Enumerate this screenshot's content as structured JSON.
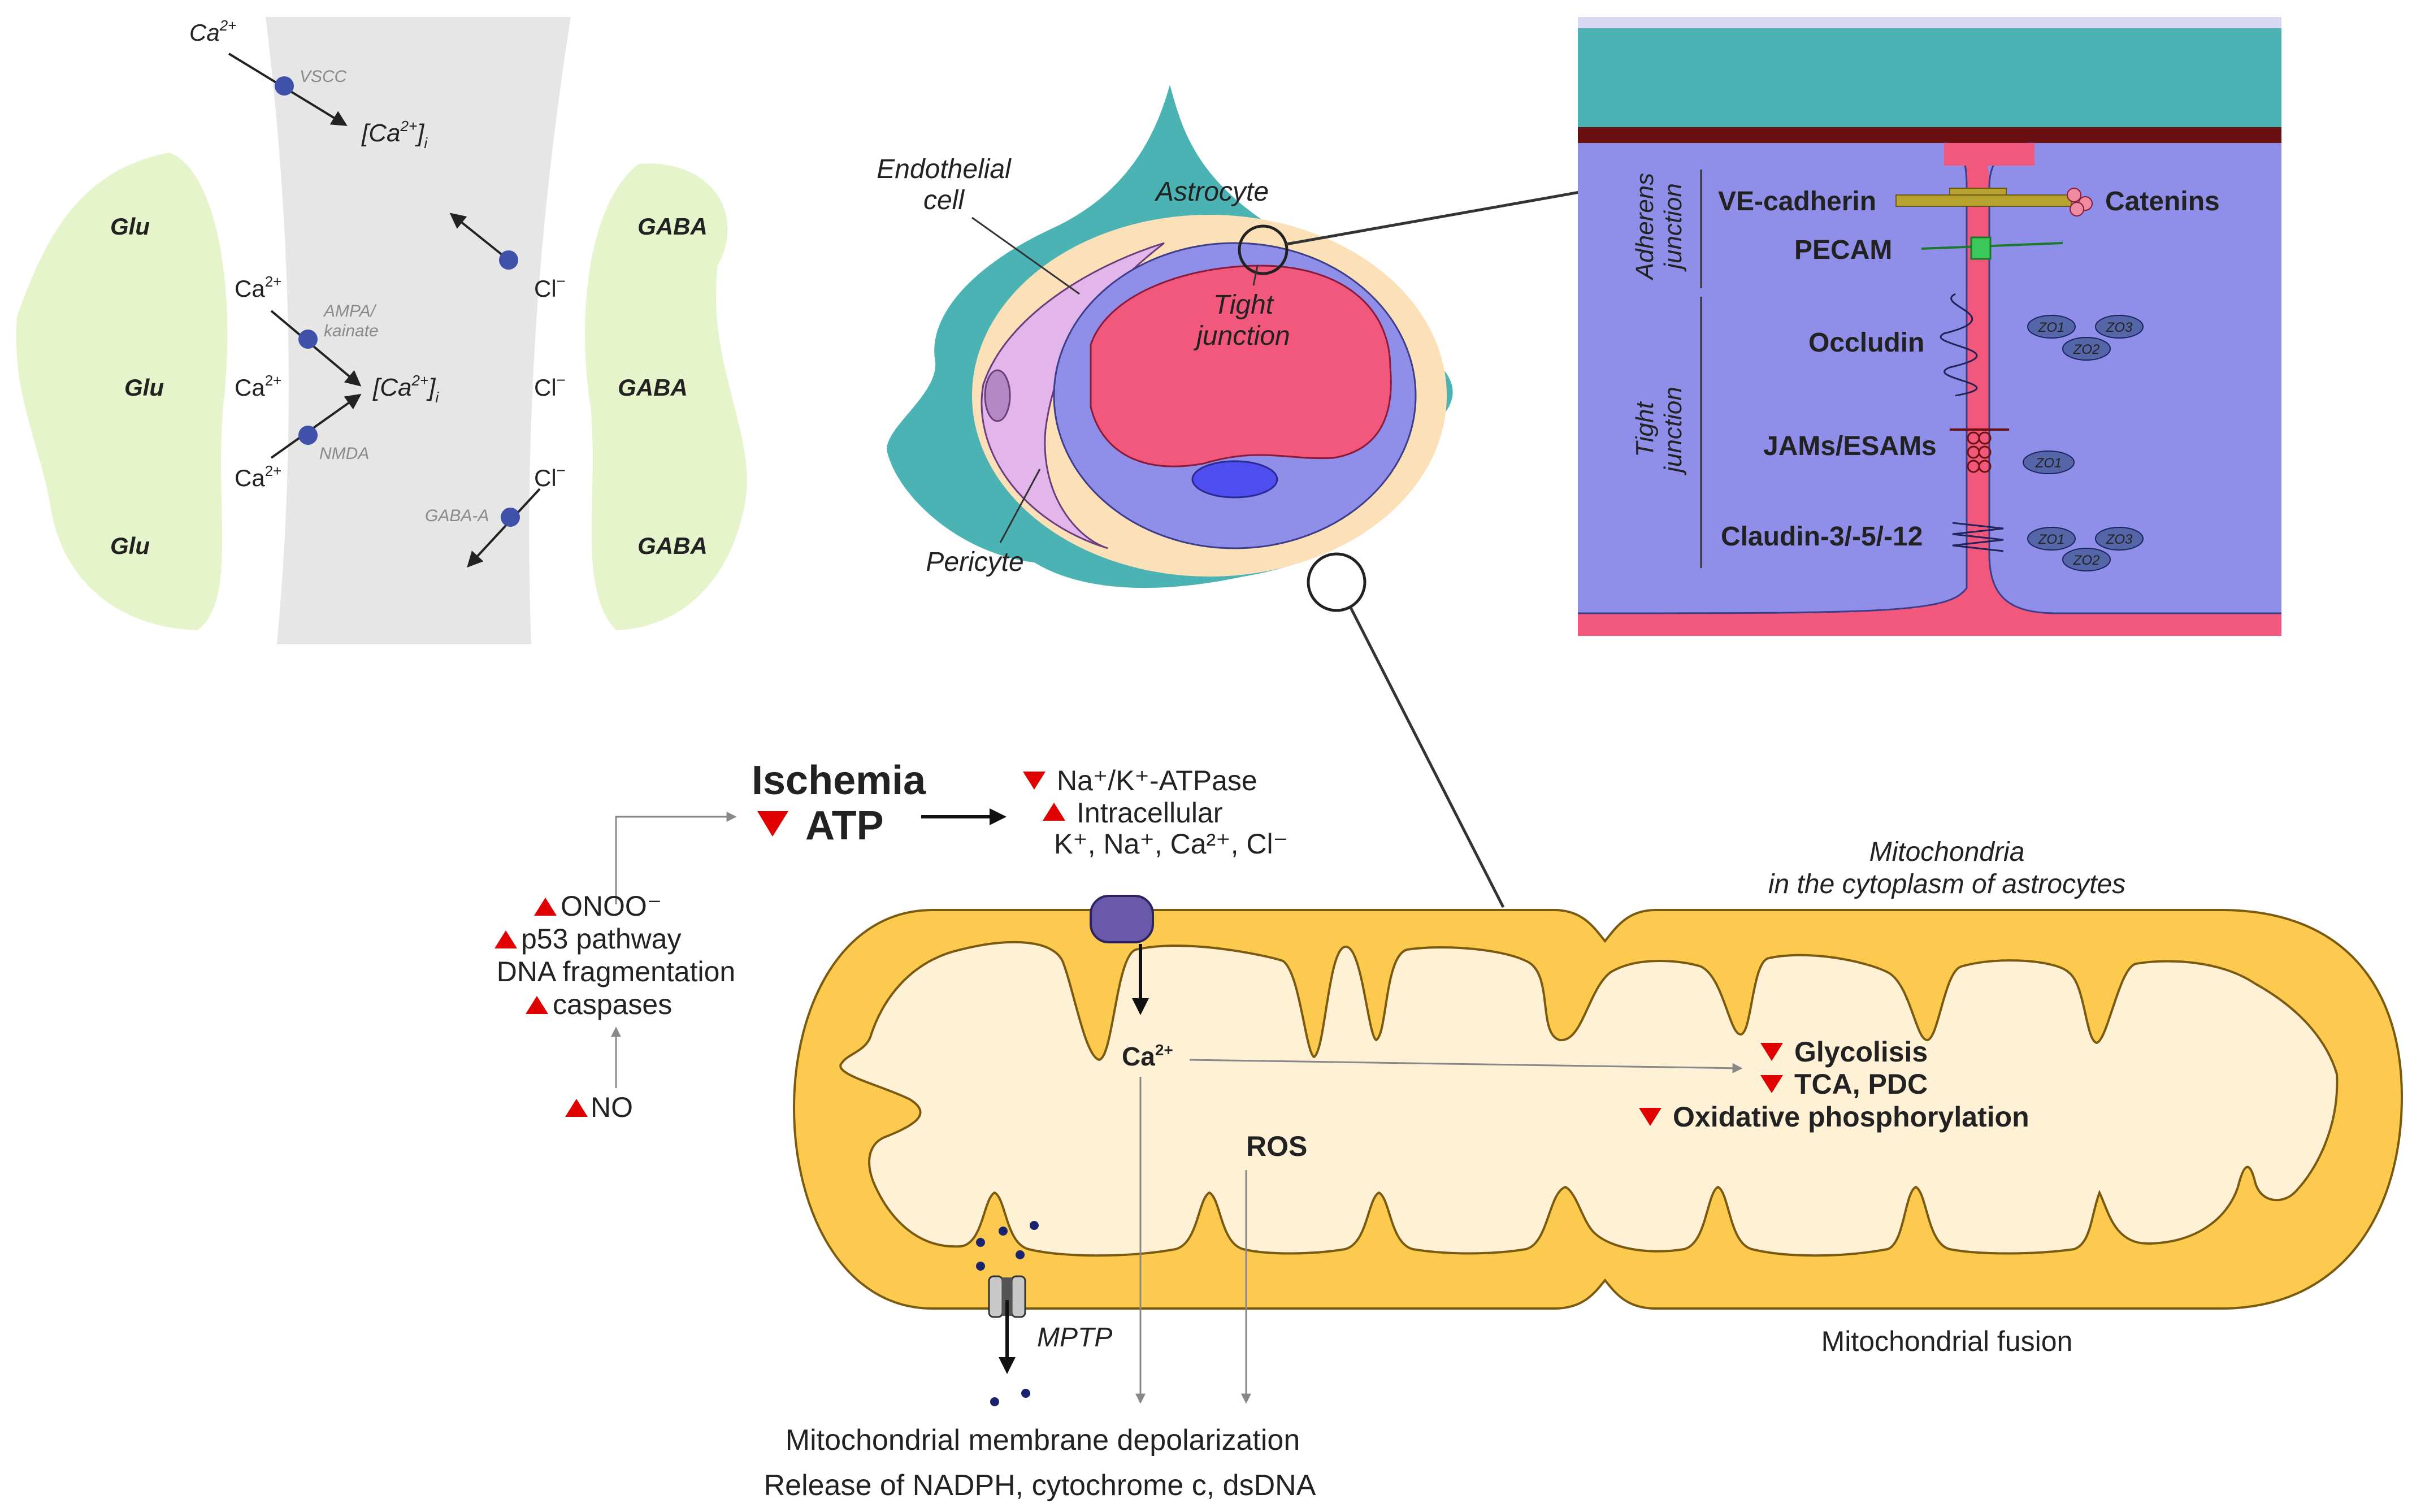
{
  "synapse": {
    "vscc": "VSCC",
    "ampa": [
      "AMPA/",
      "kainate"
    ],
    "nmda": "NMDA",
    "gaba_a": "GABA-A",
    "ca": "Ca",
    "ca_sup": "2+",
    "cl": "Cl",
    "cl_sup": "−",
    "ca_i_open": "[Ca",
    "ca_i_close": "]",
    "ca_i_sub": "i",
    "glu": "Glu",
    "gaba": "GABA"
  },
  "vessel": {
    "endothelial": [
      "Endothelial",
      "cell"
    ],
    "astrocyte": "Astrocyte",
    "tight_junction": [
      "Tight",
      "junction"
    ],
    "pericyte": "Pericyte"
  },
  "junction_panel": {
    "adherens": [
      "Adherens",
      "junction"
    ],
    "tight": [
      "Tight",
      "junction"
    ],
    "ve_cadherin": "VE-cadherin",
    "catenins": "Catenins",
    "pecam": "PECAM",
    "occludin": "Occludin",
    "jams": "JAMs/ESAMs",
    "claudin": "Claudin-3/-5/-12",
    "zo1": "ZO1",
    "zo2": "ZO2",
    "zo3": "ZO3"
  },
  "cascade": {
    "ischemia": "Ischemia",
    "atp": "ATP",
    "nak": "Na⁺/K⁺-ATPase",
    "intracellular": "Intracellular",
    "ions": "K⁺, Na⁺, Ca²⁺, Cl⁻",
    "onoo": "ONOO⁻",
    "p53": "p53 pathway",
    "dna": "DNA fragmentation",
    "caspases": "caspases",
    "no": "NO"
  },
  "mito": {
    "title": [
      "Mitochondria",
      "in the cytoplasm of astrocytes"
    ],
    "ca": "Ca",
    "ca_sup": "2+",
    "ros": "ROS",
    "mptp": "MPTP",
    "glycolysis": "Glycolisis",
    "tca": "TCA, PDC",
    "oxphos": "Oxidative phosphorylation",
    "fusion": "Mitochondrial fusion",
    "depolarization": "Mitochondrial membrane depolarization",
    "release": "Release of NADPH, cytochrome c, dsDNA"
  },
  "colors": {
    "glu_green": "#e6f4cc",
    "cleft_grey": "#e6e6e6",
    "receptor_blue": "#3f51a8",
    "astro_teal": "#4bb3b3",
    "pericyte_pink": "#e2b6ea",
    "endo_peach": "#fbe0b8",
    "endo_blue": "#8f8ee8",
    "lumen_pink": "#f2577c",
    "mito_outer": "#fcca4f",
    "mito_inner": "#fef1d6",
    "red_marker": "#e00000"
  }
}
